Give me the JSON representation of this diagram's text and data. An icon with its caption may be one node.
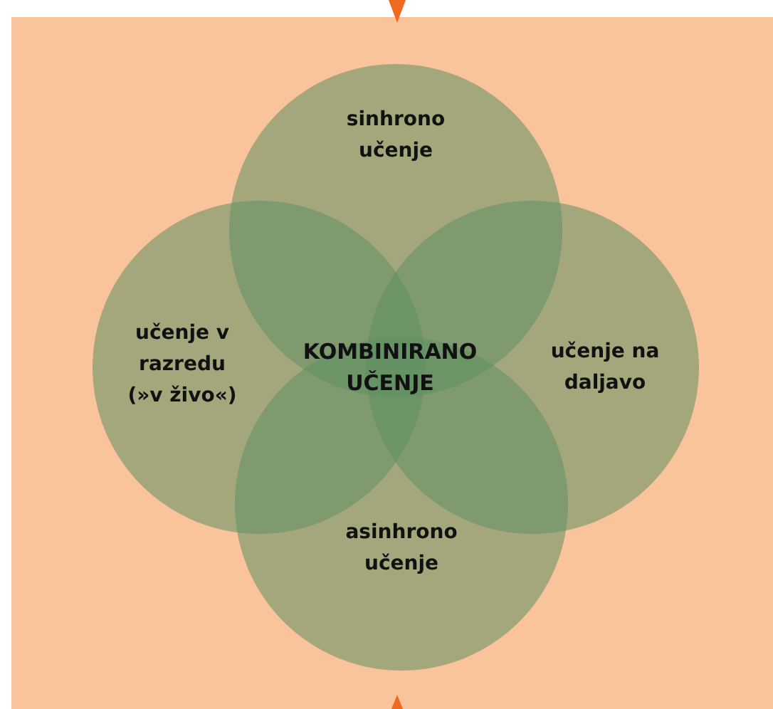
{
  "diagram": {
    "nodes": [
      {
        "text": [
          "sinhrono učenje"
        ]
      },
      {
        "text": [
          "učenje v razredu (»v živo«)"
        ]
      },
      {
        "text": [
          "KOMBINIRANO UČENJE"
        ]
      },
      {
        "text": [
          "učenje na daljavo"
        ]
      },
      {
        "text": [
          "asinhrono učenje"
        ]
      }
    ],
    "edges": []
  }
}
